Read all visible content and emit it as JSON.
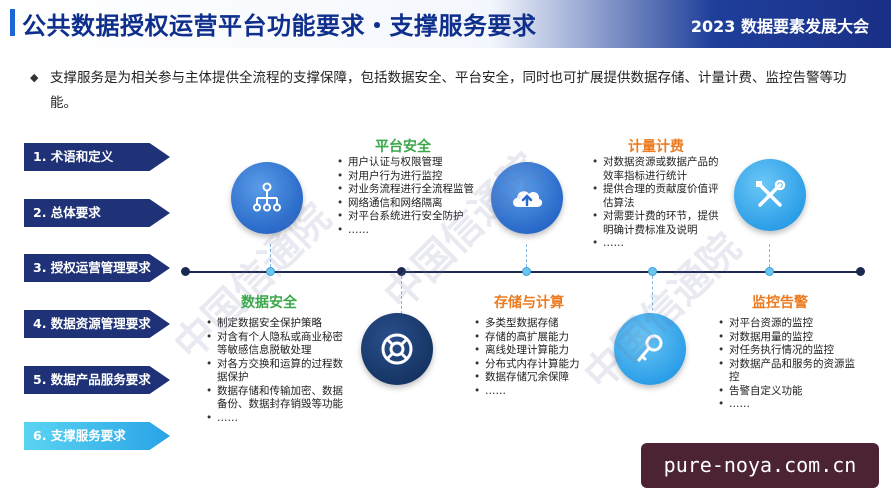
{
  "header": {
    "title": "公共数据授权运营平台功能要求・支撑服务要求",
    "conference": "2023 数据要素发展大会"
  },
  "intro": {
    "text": "支撑服务是为相关参与主体提供全流程的支撑保障，包括数据安全、平台安全，同时也可扩展提供数据存储、计量计费、监控告警等功能。"
  },
  "nav": {
    "items": [
      {
        "label": "1. 术语和定义"
      },
      {
        "label": "2. 总体要求"
      },
      {
        "label": "3. 授权运营管理要求"
      },
      {
        "label": "4. 数据资源管理要求"
      },
      {
        "label": "5. 数据产品服务要求"
      },
      {
        "label": "6. 支撑服务要求"
      }
    ],
    "active_index": 5
  },
  "sections": {
    "platform_security": {
      "title": "平台安全",
      "items": [
        "用户认证与权限管理",
        "对用户行为进行监控",
        "对业务流程进行全流程监管",
        "网络通信和网络隔离",
        "对平台系统进行安全防护",
        "……"
      ]
    },
    "metering_billing": {
      "title": "计量计费",
      "items": [
        "对数据资源或数据产品的效率指标进行统计",
        "提供合理的贡献度价值评估算法",
        "对需要计费的环节，提供明确计费标准及说明",
        "……"
      ]
    },
    "data_security": {
      "title": "数据安全",
      "items": [
        "制定数据安全保护策略",
        "对含有个人隐私或商业秘密等敏感信息脱敏处理",
        "对各方交换和运算的过程数据保护",
        "数据存储和传输加密、数据备份、数据封存销毁等功能",
        "……"
      ]
    },
    "storage_compute": {
      "title": "存储与计算",
      "items": [
        "多类型数据存储",
        "存储的高扩展能力",
        "离线处理计算能力",
        "分布式内存计算能力",
        "数据存储冗余保障",
        "……"
      ]
    },
    "monitoring_alert": {
      "title": "监控告警",
      "items": [
        "对平台资源的监控",
        "对数据用量的监控",
        "对任务执行情况的监控",
        "对数据产品和服务的资源监控",
        "告警自定义功能",
        "……"
      ]
    }
  },
  "icons": {
    "platform_security": "network-hierarchy-icon",
    "metering_billing": "tools-icon",
    "data_security": "lifebuoy-icon",
    "storage_compute": "cloud-upload-icon",
    "monitoring_alert": "key-icon"
  },
  "watermark": [
    "中国信通院",
    "中国信通院",
    "中国信通院"
  ],
  "badge": {
    "text": "pure-noya.com.cn"
  },
  "colors": {
    "title": "#0f2f8c",
    "nav": "#1f3277",
    "nav_active": "#2aa3e6",
    "green": "#3aa84a",
    "orange": "#ec7a1e",
    "timeline": "#1c2a52"
  }
}
